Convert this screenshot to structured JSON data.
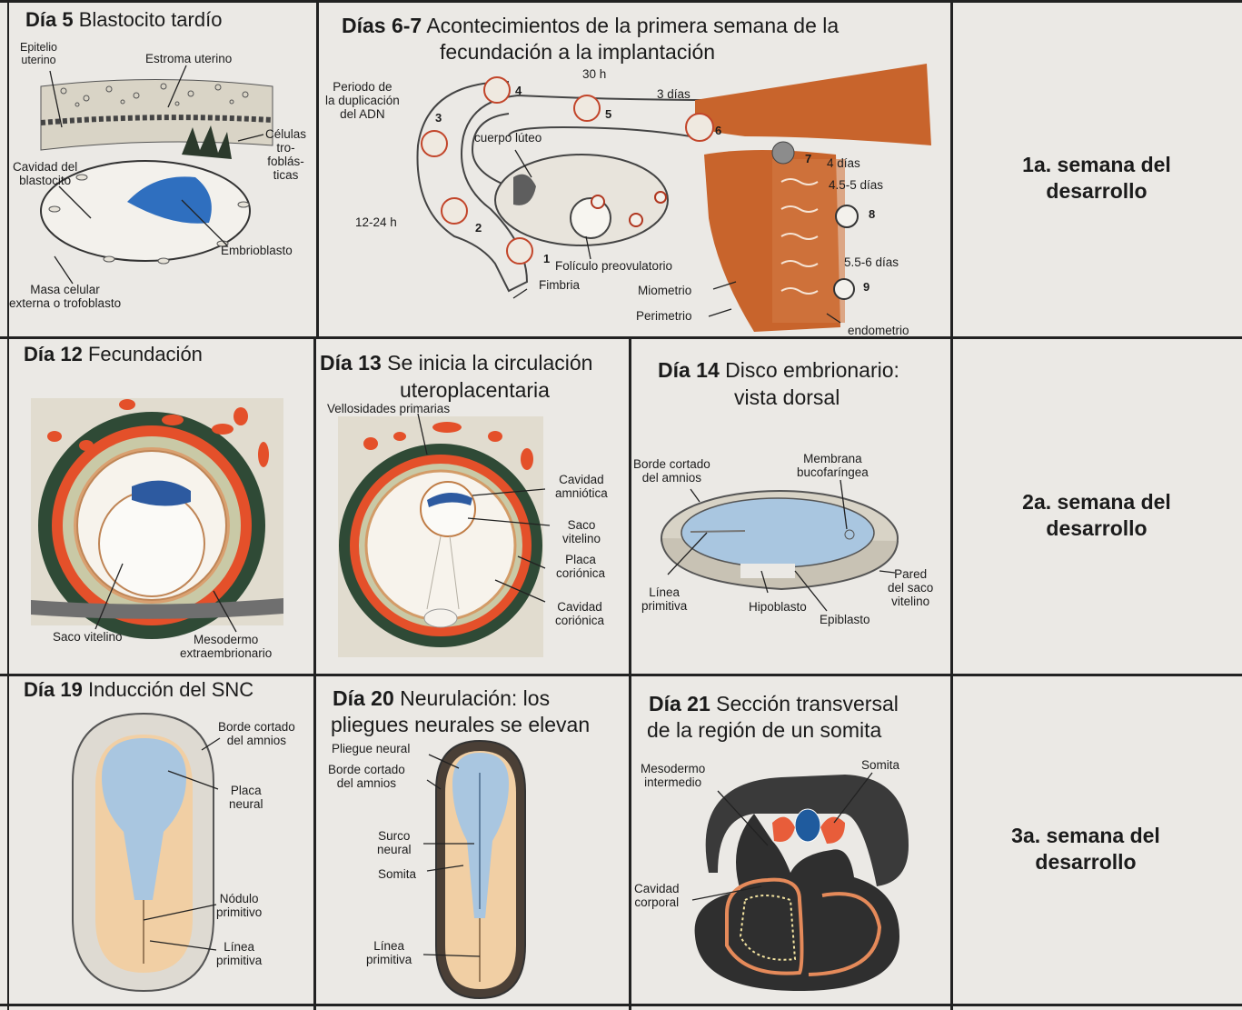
{
  "panels": {
    "day5": {
      "title_bold": "Día 5",
      "title_rest": " Blastocito tardío",
      "labels": {
        "epitelio1": "Epitelio",
        "epitelio2": "uterino",
        "estroma": "Estroma uterino",
        "celulas1": "Células",
        "celulas2": "tro-",
        "celulas3": "foblás-",
        "celulas4": "ticas",
        "cavidad1": "Cavidad del",
        "cavidad2": "blastocito",
        "embrioblasto": "Embrioblasto",
        "masa1": "Masa celular",
        "masa2": "externa o trofoblasto"
      }
    },
    "day6_7": {
      "title_bold": "Días 6-7",
      "title_rest": " Acontecimientos de la primera semana de la",
      "title_line2": "fecundación a la implantación",
      "labels": {
        "periodo1": "Periodo de",
        "periodo2": "la duplicación",
        "periodo3": "del ADN",
        "h30": "30 h",
        "dias3": "3 días",
        "cuerpo": "cuerpo lúteo",
        "h12": "12-24 h",
        "dias4": "4 días",
        "dias45": "4.5-5 días",
        "dias55": "5.5-6 días",
        "foliculo": "Folículo preovulatorio",
        "fimbria": "Fimbria",
        "miometrio": "Miometrio",
        "perimetrio": "Perimetrio",
        "endometrio": "endometrio"
      },
      "numbers": [
        "1",
        "2",
        "3",
        "4",
        "5",
        "6",
        "7",
        "8",
        "9"
      ]
    },
    "day12": {
      "title_bold": "Día 12",
      "title_rest": " Fecundación",
      "labels": {
        "saco": "Saco vitelino",
        "meso1": "Mesodermo",
        "meso2": "extraembrionario"
      }
    },
    "day13": {
      "title_bold": "Día 13",
      "title_rest": " Se inicia la circulación",
      "title_line2": "uteroplacentaria",
      "labels": {
        "vellosidades": "Vellosidades primarias",
        "cav_amn1": "Cavidad",
        "cav_amn2": "amniótica",
        "saco1": "Saco",
        "saco2": "vitelino",
        "placa1": "Placa",
        "placa2": "coriónica",
        "cav_cor1": "Cavidad",
        "cav_cor2": "coriónica"
      }
    },
    "day14": {
      "title_bold": "Día 14",
      "title_rest": " Disco embrionario:",
      "title_line2": "vista dorsal",
      "labels": {
        "borde1": "Borde cortado",
        "borde2": "del amnios",
        "membrana1": "Membrana",
        "membrana2": "bucofaríngea",
        "linea1": "Línea",
        "linea2": "primitiva",
        "hipoblasto": "Hipoblasto",
        "epiblasto": "Epiblasto",
        "pared1": "Pared",
        "pared2": "del saco",
        "pared3": "vitelino"
      }
    },
    "day19": {
      "title_bold": "Día 19",
      "title_rest": " Inducción del SNC",
      "labels": {
        "borde1": "Borde cortado",
        "borde2": "del amnios",
        "placa1": "Placa",
        "placa2": "neural",
        "nodulo1": "Nódulo",
        "nodulo2": "primitivo",
        "linea1": "Línea",
        "linea2": "primitiva"
      }
    },
    "day20": {
      "title_bold": "Día 20",
      "title_rest": " Neurulación: los",
      "title_line2": "pliegues neurales se elevan",
      "labels": {
        "pliegue": "Pliegue neural",
        "borde1": "Borde cortado",
        "borde2": "del amnios",
        "surco1": "Surco",
        "surco2": "neural",
        "somita": "Somita",
        "linea1": "Línea",
        "linea2": "primitiva"
      }
    },
    "day21": {
      "title_bold": "Día 21",
      "title_rest": " Sección transversal",
      "title_line2": "de la región de un somita",
      "labels": {
        "meso1": "Mesodermo",
        "meso2": "intermedio",
        "somita": "Somita",
        "cavidad1": "Cavidad",
        "cavidad2": "corporal"
      }
    }
  },
  "weeks": [
    {
      "line1": "1a. semana del",
      "line2": "desarrollo"
    },
    {
      "line1": "2a. semana del",
      "line2": "desarrollo"
    },
    {
      "line1": "3a. semana del",
      "line2": "desarrollo"
    }
  ],
  "colors": {
    "orange": "#c8642c",
    "blue": "#3f86c8",
    "light_blue": "#a9c6e0",
    "red": "#e4502a",
    "dark_green": "#2f4a36",
    "peach": "#f0c79a"
  }
}
